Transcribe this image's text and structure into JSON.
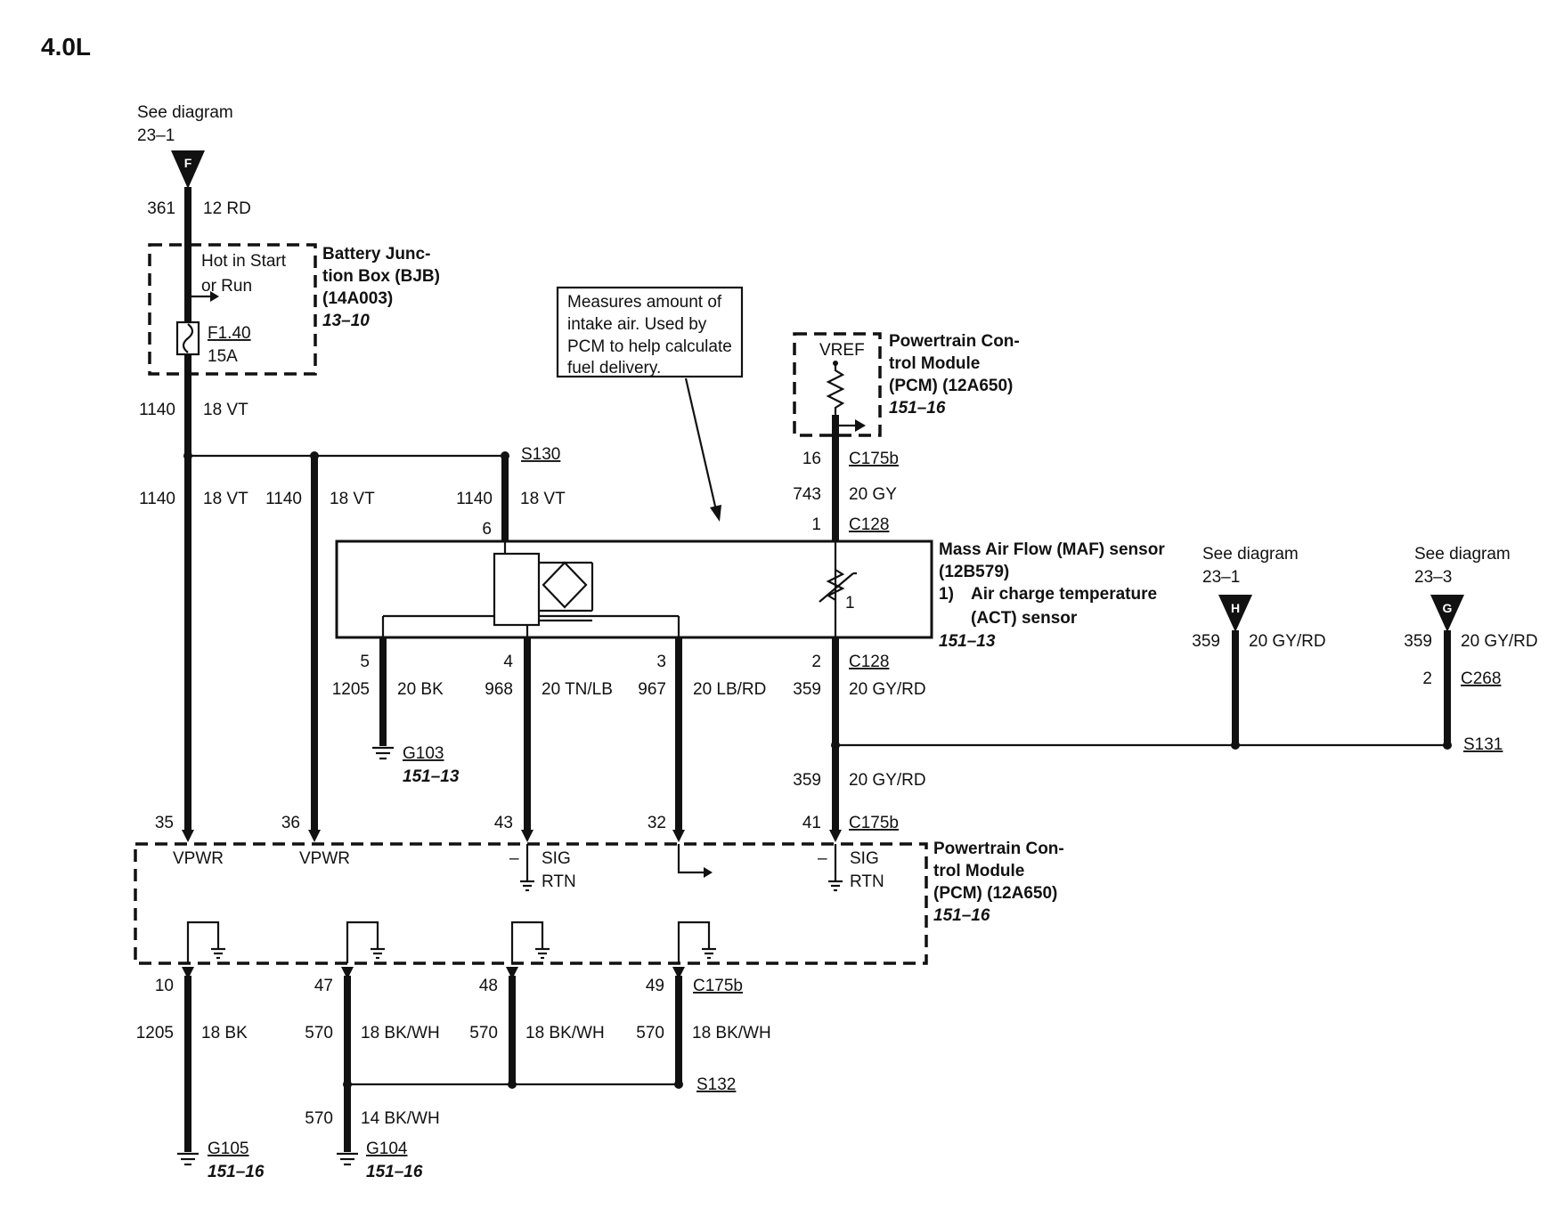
{
  "engine": "4.0L",
  "see_f": {
    "line1": "See diagram",
    "line2": "23–1",
    "letter": "F"
  },
  "see_h": {
    "line1": "See diagram",
    "line2": "23–1",
    "letter": "H"
  },
  "see_g": {
    "line1": "See diagram",
    "line2": "23–3",
    "letter": "G"
  },
  "wires": {
    "w361": {
      "circuit": "361",
      "gauge": "12 RD"
    },
    "w1140a": {
      "circuit": "1140",
      "gauge": "18 VT"
    },
    "w1140b": {
      "circuit": "1140",
      "gauge": "18 VT"
    },
    "w1140c": {
      "circuit": "1140",
      "gauge": "18 VT"
    },
    "w1140d": {
      "circuit": "1140",
      "gauge": "18 VT"
    },
    "w743": {
      "circuit": "743",
      "gauge": "20 GY"
    },
    "w1205a": {
      "circuit": "1205",
      "gauge": "20 BK"
    },
    "w968": {
      "circuit": "968",
      "gauge": "20 TN/LB"
    },
    "w967": {
      "circuit": "967",
      "gauge": "20 LB/RD"
    },
    "w359a": {
      "circuit": "359",
      "gauge": "20 GY/RD"
    },
    "w359b": {
      "circuit": "359",
      "gauge": "20 GY/RD"
    },
    "w359h": {
      "circuit": "359",
      "gauge": "20 GY/RD"
    },
    "w359g": {
      "circuit": "359",
      "gauge": "20 GY/RD"
    },
    "w1205b": {
      "circuit": "1205",
      "gauge": "18 BK"
    },
    "w570a": {
      "circuit": "570",
      "gauge": "18 BK/WH"
    },
    "w570b": {
      "circuit": "570",
      "gauge": "18 BK/WH"
    },
    "w570c": {
      "circuit": "570",
      "gauge": "18 BK/WH"
    },
    "w570d": {
      "circuit": "570",
      "gauge": "14 BK/WH"
    }
  },
  "bjb": {
    "name1": "Battery Junc-",
    "name2": "tion Box (BJB)",
    "part": "(14A003)",
    "ref": "13–10",
    "hot1": "Hot in Start",
    "hot2": "or Run",
    "fuse": "F1.40",
    "rating": "15A"
  },
  "pcm_top": {
    "name1": "Powertrain Con-",
    "name2": "trol Module",
    "part": "(PCM) (12A650)",
    "ref": "151–16",
    "vref": "VREF"
  },
  "pcm_bottom": {
    "name1": "Powertrain Con-",
    "name2": "trol Module",
    "part": "(PCM) (12A650)",
    "ref": "151–16",
    "vpwr": "VPWR",
    "sig": "SIG",
    "rtn": "RTN",
    "minus": "–"
  },
  "maf": {
    "name": "Mass Air Flow (MAF) sensor",
    "part": "(12B579)",
    "item_num": "1)",
    "item1": "Air charge temperature",
    "item2": "(ACT) sensor",
    "ref": "151–13",
    "act_callout": "1"
  },
  "note": {
    "line1": "Measures amount of",
    "line2": "intake air. Used by",
    "line3": "PCM to help calculate",
    "line4": "fuel delivery."
  },
  "splices": {
    "s130": "S130",
    "s131": "S131",
    "s132": "S132"
  },
  "connectors": {
    "c175b_top": "C175b",
    "c128_top": "C128",
    "c128_bot": "C128",
    "c175b_mid": "C175b",
    "c175b_bot": "C175b",
    "c268": "C268"
  },
  "pins": {
    "p16": "16",
    "p1": "1",
    "p6": "6",
    "p5": "5",
    "p4": "4",
    "p3": "3",
    "p2": "2",
    "p35": "35",
    "p36": "36",
    "p43": "43",
    "p32": "32",
    "p41": "41",
    "p10": "10",
    "p47": "47",
    "p48": "48",
    "p49": "49",
    "p2g": "2"
  },
  "grounds": {
    "g103": "G103",
    "g103_ref": "151–13",
    "g105": "G105",
    "g105_ref": "151–16",
    "g104": "G104",
    "g104_ref": "151–16"
  }
}
